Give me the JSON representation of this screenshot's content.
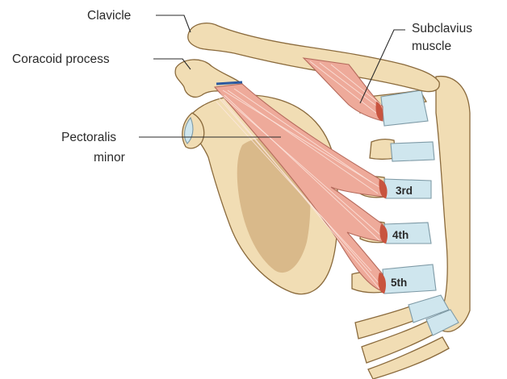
{
  "labels": {
    "clavicle": "Clavicle",
    "coracoid_process": "Coracoid process",
    "pectoralis_line1": "Pectoralis",
    "pectoralis_line2": "minor",
    "subclavius_line1": "Subclavius",
    "subclavius_line2": "muscle"
  },
  "ribs": {
    "third": "3rd",
    "fourth": "4th",
    "fifth": "5th"
  },
  "colors": {
    "bone": "#f1ddb4",
    "bone_outline": "#8a6a3c",
    "cartilage": "#cfe6ee",
    "muscle": "#eeaa9a",
    "muscle_insertion": "#c8543f",
    "label_text": "#2a2a2a"
  }
}
